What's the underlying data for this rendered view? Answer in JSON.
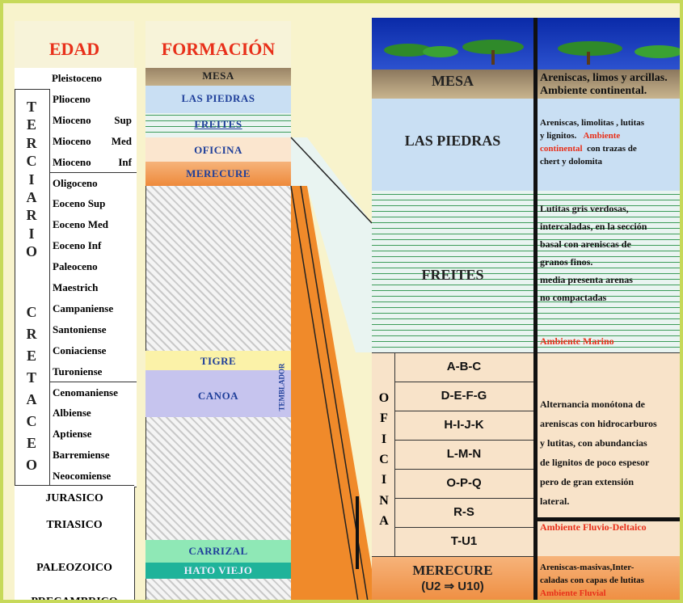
{
  "headers": {
    "age": "EDAD",
    "formation": "FORMACIÓN"
  },
  "ages": [
    {
      "label": "Pleistoceno",
      "right": ""
    },
    {
      "label": "Plioceno",
      "right": ""
    },
    {
      "label": "Mioceno",
      "right": "Sup"
    },
    {
      "label": "Mioceno",
      "right": "Med"
    },
    {
      "label": "Mioceno",
      "right": "Inf"
    },
    {
      "label": "Oligoceno",
      "right": ""
    },
    {
      "label": "Eoceno Sup",
      "right": ""
    },
    {
      "label": "Eoceno Med",
      "right": ""
    },
    {
      "label": "Eoceno Inf",
      "right": ""
    },
    {
      "label": "Paleoceno",
      "right": ""
    },
    {
      "label": "Maestrich",
      "right": ""
    },
    {
      "label": "Campaniense",
      "right": ""
    },
    {
      "label": "Santoniense",
      "right": ""
    },
    {
      "label": "Coniaciense",
      "right": ""
    },
    {
      "label": "Turoniense",
      "right": ""
    },
    {
      "label": "Cenomaniense",
      "right": ""
    },
    {
      "label": "Albiense",
      "right": ""
    },
    {
      "label": "Aptiense",
      "right": ""
    },
    {
      "label": "Barremiense",
      "right": ""
    },
    {
      "label": "Neocomiense",
      "right": ""
    }
  ],
  "periods": {
    "terciario": "TERCIARIO",
    "cretaceo": "CRETACEO"
  },
  "eras": {
    "jurasico": "JURASICO",
    "triasico": "TRIASICO",
    "paleozoico": "PALEOZOICO",
    "precambrico": "PRECAMBRICO"
  },
  "formations": {
    "mesa": "MESA",
    "las_piedras": "LAS PIEDRAS",
    "freites": "FREITES",
    "oficina": "OFICINA",
    "merecure": "MERECURE",
    "tigre": "TIGRE",
    "canoa": "CANOA",
    "temblador": "TEMBLADOR",
    "carrizal": "CARRIZAL",
    "hato_viejo": "HATO VIEJO"
  },
  "section": {
    "mesa": "MESA",
    "las_piedras": "LAS PIEDRAS",
    "freites": "FREITES",
    "oficina_vertical": "OFICINA",
    "merecure": "MERECURE",
    "merecure_range": "(U2 ⇒ U10)",
    "units": [
      "A-B-C",
      "D-E-F-G",
      "H-I-J-K",
      "L-M-N",
      "O-P-Q",
      "R-S",
      "T-U1"
    ]
  },
  "descriptions": {
    "mesa": [
      "Areniscas, limos y arcillas.",
      "Ambiente continental."
    ],
    "las_piedras_a": "Areniscas,    limolitas  , lutitas",
    "las_piedras_b": "y lignitos.",
    "las_piedras_env": "Ambiente",
    "las_piedras_env2": "continental",
    "las_piedras_c": "con trazas de",
    "las_piedras_d": "chert  y  dolomita",
    "freites": [
      "Lutitas gris verdosas,",
      "intercaladas, en la sección",
      "basal con areniscas de",
      "granos finos.",
      "media presenta arenas",
      "no compactadas"
    ],
    "freites_env": "Ambiente Marino",
    "oficina": [
      "Alternancia monótona de",
      "areniscas con hidrocarburos",
      "y lutitas, con abundancias",
      "de lignitos de poco espesor",
      "pero de gran extensión",
      "lateral."
    ],
    "oficina_env": "Ambiente Fluvio-Deltaico",
    "merecure": [
      "Areniscas-masivas,Inter-",
      "caladas con capas de lutitas"
    ],
    "merecure_env": "Ambiente Fluvial"
  },
  "colors": {
    "border": "#c7d95a",
    "red": "#e8301a",
    "blue_text": "#1f3f9a",
    "sky": "#c9dff3",
    "orange": "#f08a2a"
  }
}
